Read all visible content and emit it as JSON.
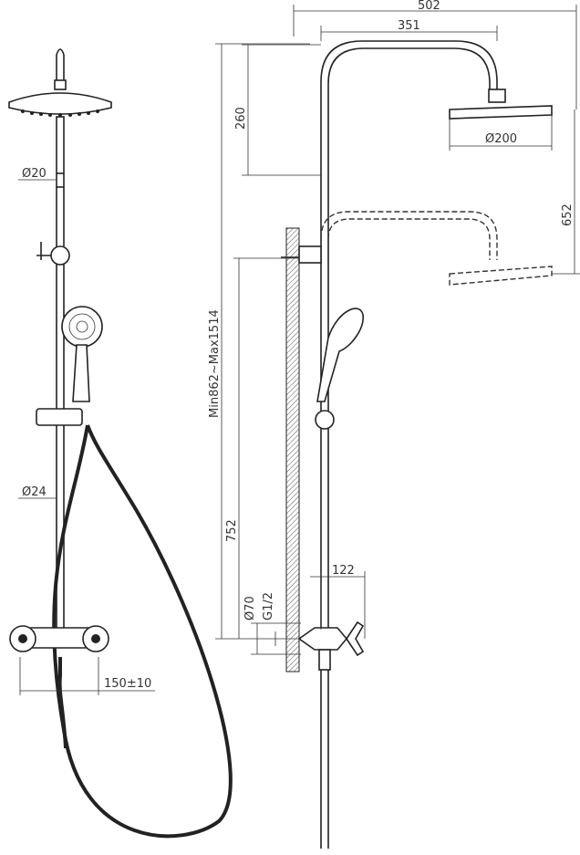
{
  "front_view": {
    "dim_arm_diameter": "Ø20",
    "dim_rail_diameter": "Ø24",
    "dim_inlet_spacing": "150±10"
  },
  "side_view": {
    "dim_total_reach": "502",
    "dim_arm_reach": "351",
    "dim_arm_height": "260",
    "dim_head_diameter": "Ø200",
    "dim_head_drop": "652",
    "dim_height_range": "Min862~Max1514",
    "dim_bracket_height": "752",
    "dim_mixer_depth": "122",
    "dim_flange_diameter": "Ø70",
    "dim_thread": "G1/2"
  },
  "colors": {
    "line": "#222222",
    "hatch": "#555555"
  }
}
